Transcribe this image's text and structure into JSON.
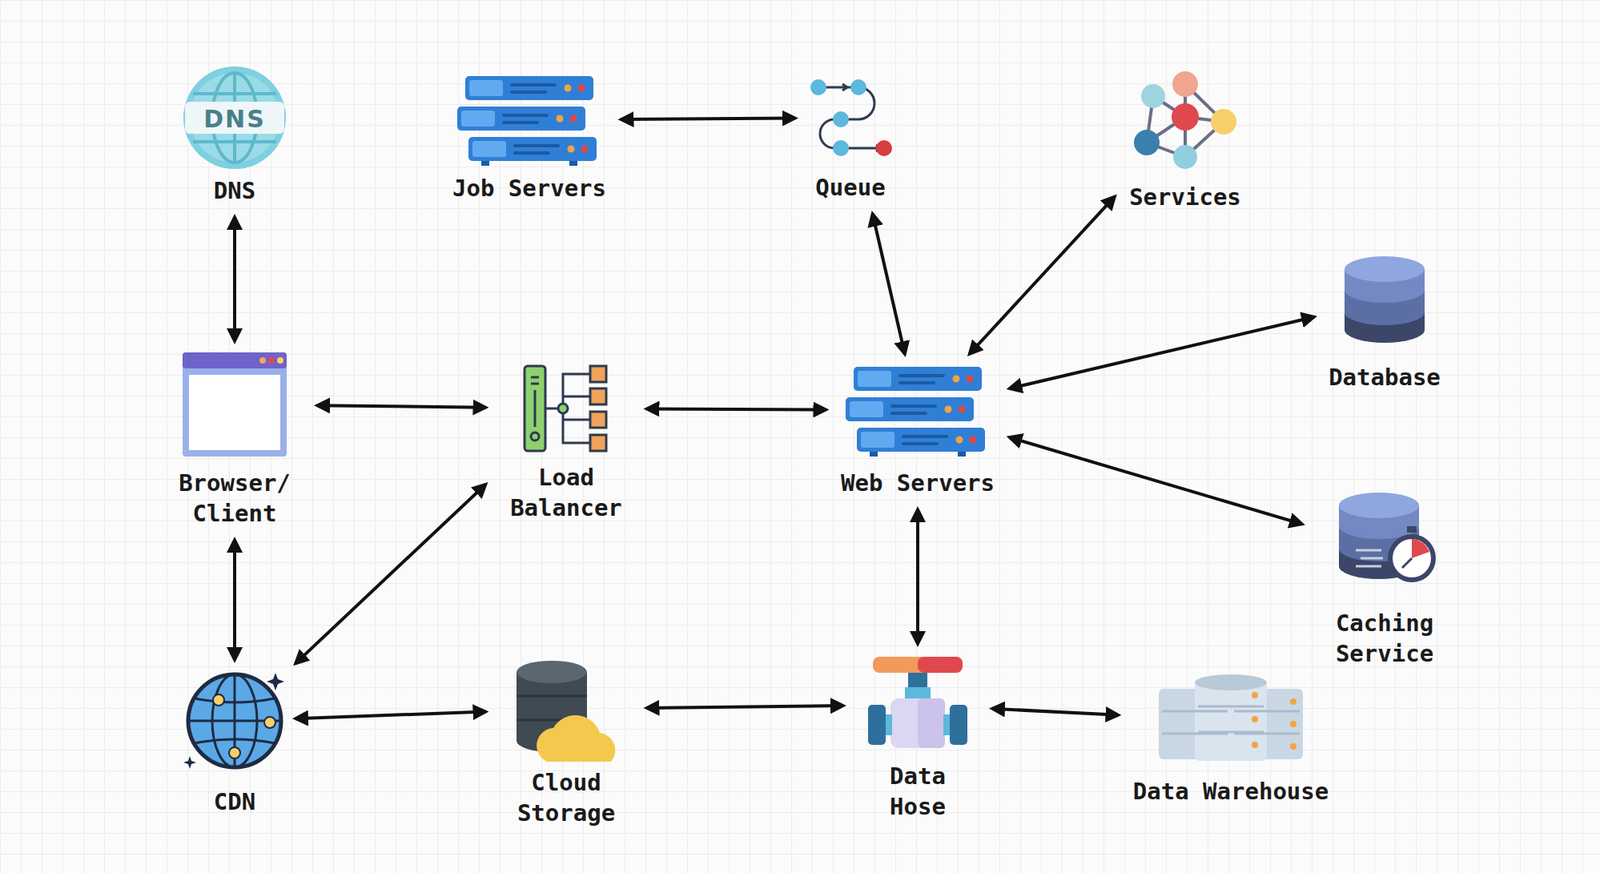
{
  "diagram": {
    "nodes": [
      {
        "text": [
          "DNS"
        ]
      },
      {
        "text": [
          "Job Servers"
        ]
      },
      {
        "text": [
          "Queue"
        ]
      },
      {
        "text": [
          "Services"
        ]
      },
      {
        "text": [
          "Database"
        ]
      },
      {
        "text": [
          "Browser/ Client"
        ]
      },
      {
        "text": [
          "Load Balancer"
        ]
      },
      {
        "text": [
          "Web Servers"
        ]
      },
      {
        "text": [
          "Caching Service"
        ]
      },
      {
        "text": [
          "CDN"
        ]
      },
      {
        "text": [
          "Cloud Storage"
        ]
      },
      {
        "text": [
          "Data Hose"
        ]
      },
      {
        "text": [
          "Data Warehouse"
        ]
      }
    ],
    "edges": [
      {
        "from": 0,
        "to": 5,
        "arrow": "both"
      },
      {
        "from": 1,
        "to": 2,
        "arrow": "both"
      },
      {
        "from": 2,
        "to": 7,
        "arrow": "both"
      },
      {
        "from": 3,
        "to": 7,
        "arrow": "both"
      },
      {
        "from": 5,
        "to": 6,
        "arrow": "both"
      },
      {
        "from": 6,
        "to": 7,
        "arrow": "both"
      },
      {
        "from": 7,
        "to": 4,
        "arrow": "both"
      },
      {
        "from": 7,
        "to": 8,
        "arrow": "both"
      },
      {
        "from": 5,
        "to": 9,
        "arrow": "both"
      },
      {
        "from": 9,
        "to": 6,
        "arrow": "both"
      },
      {
        "from": 7,
        "to": 11,
        "arrow": "both"
      },
      {
        "from": 9,
        "to": 10,
        "arrow": "both"
      },
      {
        "from": 10,
        "to": 11,
        "arrow": "both"
      },
      {
        "from": 11,
        "to": 12,
        "arrow": "both"
      }
    ],
    "labels": [
      "DNS"
    ]
  }
}
